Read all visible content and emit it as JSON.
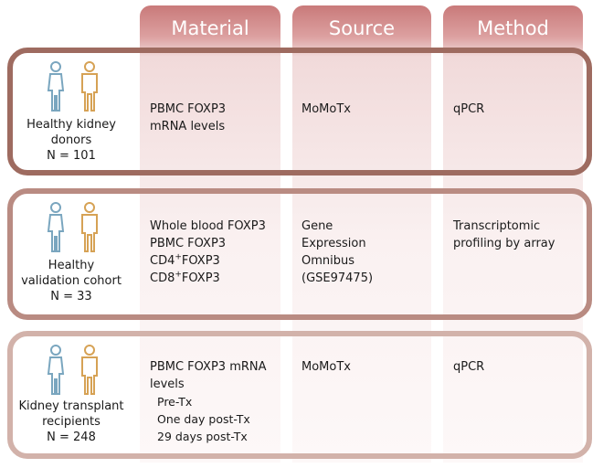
{
  "headers": {
    "material": "Material",
    "source": "Source",
    "method": "Method"
  },
  "rows": [
    {
      "label": [
        "Healthy kidney",
        "donors",
        "N = 101"
      ],
      "material": [
        "PBMC FOXP3",
        "mRNA levels"
      ],
      "source": [
        "MoMoTx"
      ],
      "method": [
        "qPCR"
      ]
    },
    {
      "label": [
        "Healthy",
        "validation cohort",
        "N = 33"
      ],
      "material": {
        "line1": "Whole blood FOXP3",
        "line2": "PBMC FOXP3",
        "line3_pre": "CD4",
        "line3_sup": "+",
        "line3_post": "FOXP3",
        "line4_pre": "CD8",
        "line4_sup": "+",
        "line4_post": "FOXP3"
      },
      "source": [
        "Gene",
        "Expression",
        "Omnibus",
        "(GSE97475)"
      ],
      "method": [
        "Transcriptomic",
        "profiling by array"
      ]
    },
    {
      "label": [
        "Kidney transplant",
        "recipients",
        "N = 248"
      ],
      "material": [
        "PBMC FOXP3 mRNA",
        "levels"
      ],
      "material_sub": [
        "Pre-Tx",
        "One day post-Tx",
        "29 days post-Tx"
      ],
      "source": [
        "MoMoTx"
      ],
      "method": [
        "qPCR"
      ]
    }
  ],
  "colors": {
    "female_icon": "#7aa6bf",
    "male_icon": "#d6a255",
    "column_header_top": "#c97a7a",
    "row1_border": "#9e6b60",
    "row2_border": "#b98b82",
    "row3_border": "#d2b2aa"
  },
  "icons": [
    "female-person-icon",
    "male-person-icon"
  ]
}
